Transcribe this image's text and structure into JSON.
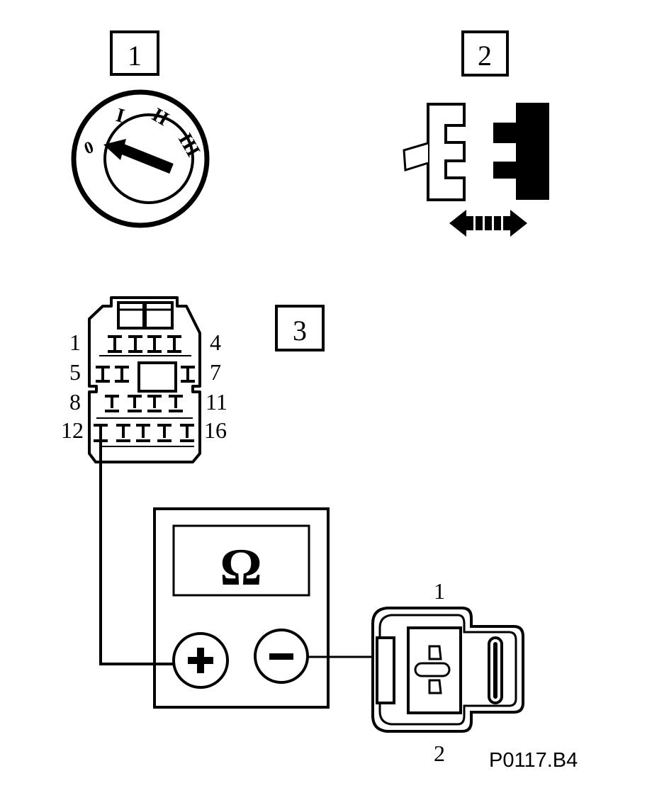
{
  "steps": {
    "step1": "1",
    "step2": "2",
    "step3": "3"
  },
  "ignition_switch": {
    "positions": [
      "0",
      "I",
      "II",
      "III"
    ]
  },
  "connector_16": {
    "pin_labels": {
      "p1": "1",
      "p4": "4",
      "p5": "5",
      "p7": "7",
      "p8": "8",
      "p11": "11",
      "p12": "12",
      "p16": "16"
    }
  },
  "meter": {
    "display_symbol": "Ω",
    "plus_symbol": "+",
    "minus_symbol": "−"
  },
  "connector_2": {
    "pin1": "1",
    "pin2": "2"
  },
  "reference": "P0117.B4"
}
